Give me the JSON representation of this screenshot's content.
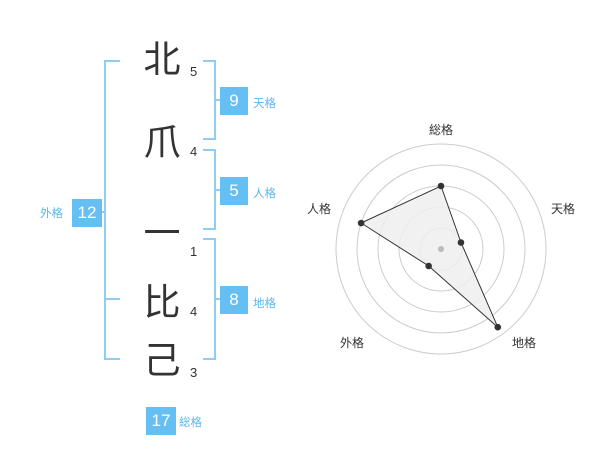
{
  "name_chars": [
    {
      "char": "北",
      "strokes": "5"
    },
    {
      "char": "爪",
      "strokes": "4"
    },
    {
      "char": "一",
      "strokes": "1"
    },
    {
      "char": "比",
      "strokes": "4"
    },
    {
      "char": "己",
      "strokes": "3"
    }
  ],
  "fortune": {
    "tenkaku": {
      "label": "天格",
      "value": "9"
    },
    "jinkaku": {
      "label": "人格",
      "value": "5"
    },
    "chikaku": {
      "label": "地格",
      "value": "8"
    },
    "gaikaku": {
      "label": "外格",
      "value": "12"
    },
    "soukaku": {
      "label": "総格",
      "value": "17"
    }
  },
  "radar": {
    "axis_labels": [
      "総格",
      "天格",
      "地格",
      "外格",
      "人格"
    ],
    "values": [
      0.6,
      0.2,
      0.92,
      0.2,
      0.8
    ],
    "colors": {
      "fill": "#eeeeee",
      "line": "#333333",
      "ring": "#cccccc",
      "center": "#bbbbbb"
    }
  },
  "colors": {
    "bracket": "#8fcdf3",
    "box": "#66bff2",
    "label": "#5ab7ee"
  }
}
